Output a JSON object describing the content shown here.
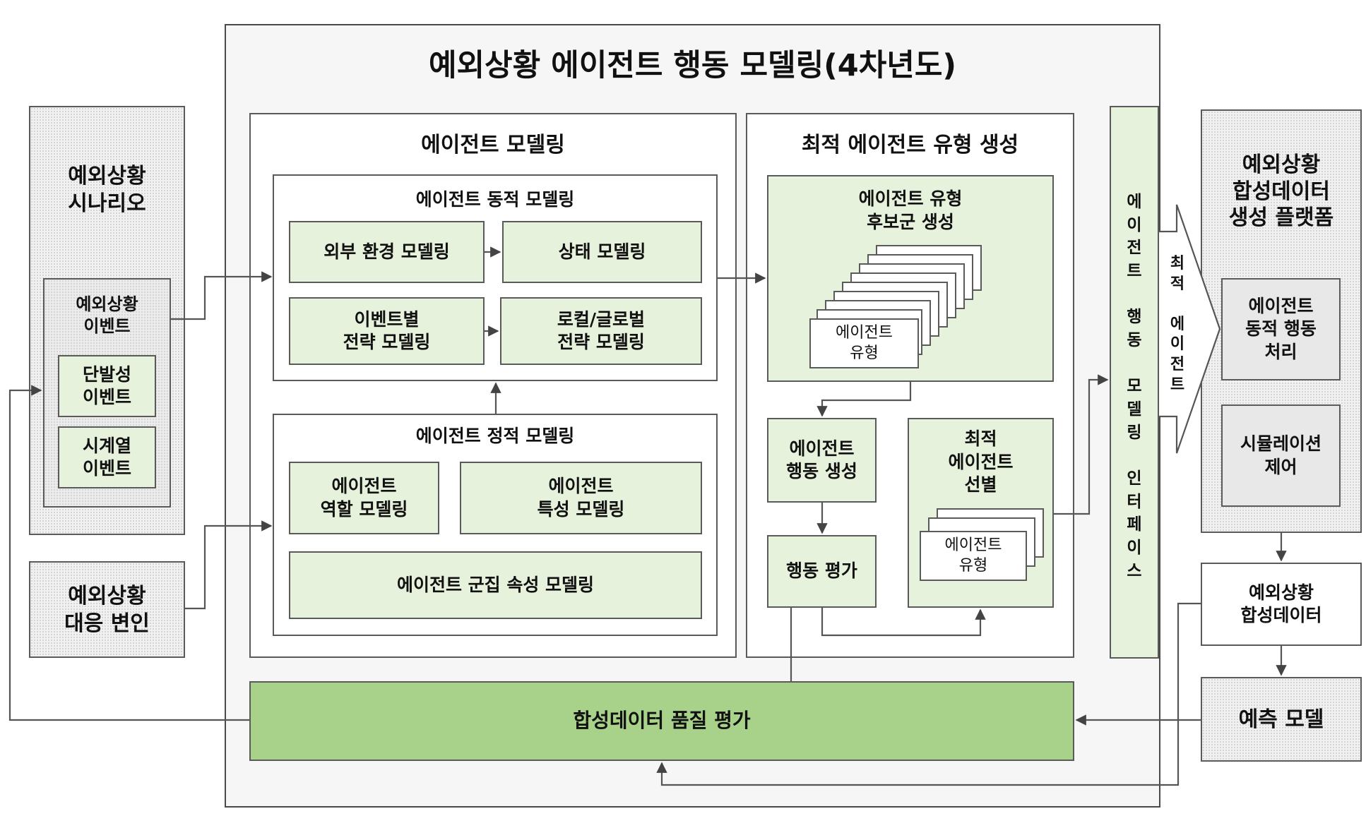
{
  "title": "예외상황 에이전트 행동 모델링(4차년도)",
  "left": {
    "scenario": "예외상황\n시나리오",
    "event_group": "예외상황\n이벤트",
    "single_event": "단발성\n이벤트",
    "timeseries_event": "시계열\n이벤트",
    "response_variable": "예외상황\n대응 변인"
  },
  "agent_modeling": {
    "title": "에이전트 모델링",
    "dynamic": {
      "title": "에이전트 동적 모델링",
      "external_env": "외부 환경 모델링",
      "state": "상태 모델링",
      "event_strategy": "이벤트별\n전략 모델링",
      "local_global": "로컬/글로벌\n전략 모델링"
    },
    "static": {
      "title": "에이전트 정적 모델링",
      "role": "에이전트\n역할 모델링",
      "trait": "에이전트\n특성 모델링",
      "group_attr": "에이전트 군집 속성 모델링"
    }
  },
  "optimal": {
    "title": "최적 에이전트 유형 생성",
    "candidates_title": "에이전트 유형\n후보군 생성",
    "card_label": "에이전트\n유형",
    "behavior_gen": "에이전트\n행동 생성",
    "behavior_eval": "행동 평가",
    "selection": "최적\n에이전트\n선별",
    "selected_card": "에이전트\n유형"
  },
  "interface": "에\n이\n전\n트\n\n행\n동\n\n모\n델\n링\n\n인\n터\n페\n이\n스",
  "arrow_label": "최\n적\n\n에\n이\n전\n트",
  "quality_eval": "합성데이터 품질 평가",
  "right": {
    "platform": "예외상황\n합성데이터\n생성 플랫폼",
    "dynamic_processing": "에이전트\n동적 행동\n처리",
    "simulation_control": "시뮬레이션\n제어",
    "synthetic_data": "예외상황\n합성데이터",
    "prediction_model": "예측 모델"
  }
}
